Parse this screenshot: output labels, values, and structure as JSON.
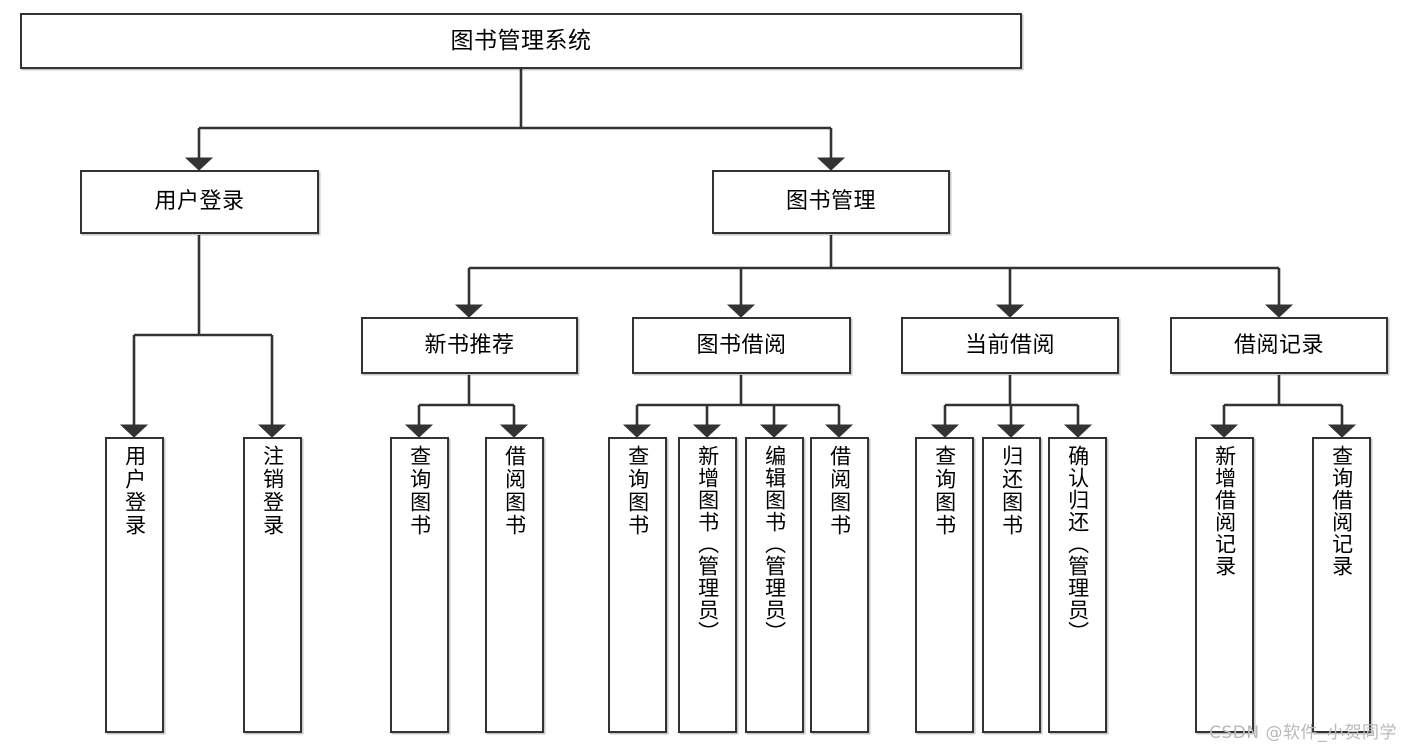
{
  "diagram": {
    "title": "图书管理系统",
    "type": "tree",
    "watermark": "CSDN @软件_小贺同学",
    "stroke_color": "#333333",
    "text_color": "#000000",
    "background_color": "#ffffff",
    "watermark_color": "#b9b9b9"
  },
  "nodes": {
    "root": {
      "label": "图书管理系统"
    },
    "level1": [
      {
        "label": "用户登录"
      },
      {
        "label": "图书管理"
      }
    ],
    "level2": [
      {
        "label": "新书推荐"
      },
      {
        "label": "图书借阅"
      },
      {
        "label": "当前借阅"
      },
      {
        "label": "借阅记录"
      }
    ],
    "leaves": {
      "user_login": [
        {
          "label": "用户登录"
        },
        {
          "label": "注销登录"
        }
      ],
      "new_book": [
        {
          "label": "查询图书"
        },
        {
          "label": "借阅图书"
        }
      ],
      "book_borrow": [
        {
          "label": "查询图书"
        },
        {
          "label": "新增图书（管理员）"
        },
        {
          "label": "编辑图书（管理员）"
        },
        {
          "label": "借阅图书"
        }
      ],
      "current_borrow": [
        {
          "label": "查询图书"
        },
        {
          "label": "归还图书"
        },
        {
          "label": "确认归还（管理员）"
        }
      ],
      "borrow_record": [
        {
          "label": "新增借阅记录"
        },
        {
          "label": "查询借阅记录"
        }
      ]
    }
  }
}
